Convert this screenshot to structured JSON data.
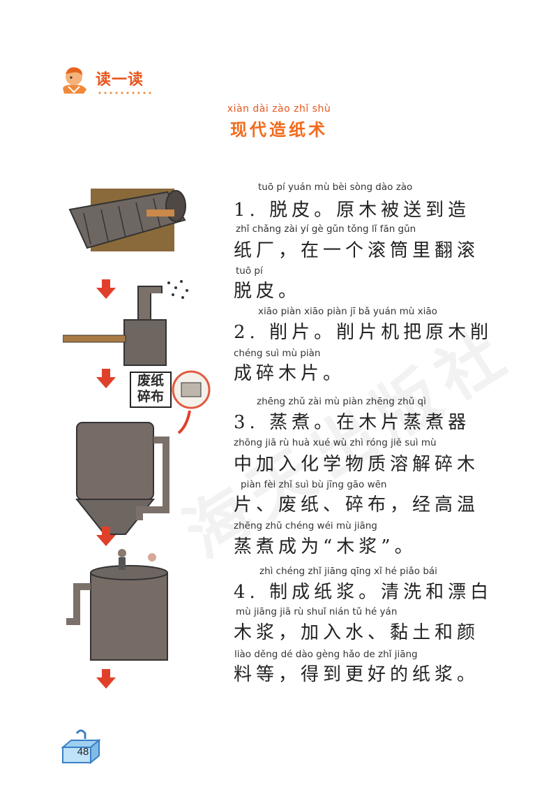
{
  "header": {
    "label": "读一读"
  },
  "title": {
    "pinyin": "xiàn dài zào zhǐ shù",
    "text": "现代造纸术"
  },
  "steps": [
    {
      "lines": [
        {
          "pinyin": "tuō  pí       yuán  mù   bèi  sòng   dào   zào",
          "text": "1. 脱皮。原木被送到造"
        },
        {
          "pinyin": "zhǐ chǎng      zài   yí    gè  gǔn  tǒng   lǐ   fān  gǔn",
          "text": "纸厂，在一个滚筒里翻滚"
        },
        {
          "pinyin": "tuō  pí",
          "text": "脱皮。"
        }
      ]
    },
    {
      "lines": [
        {
          "pinyin": "xiāo piàn        xiāo piàn   jī    bǎ  yuán  mù  xiāo",
          "text": "2. 削片。削片机把原木削"
        },
        {
          "pinyin": "chéng suì  mù  piàn",
          "text": "成碎木片。"
        }
      ]
    },
    {
      "lines": [
        {
          "pinyin": "zhēng zhǔ          zài   mù  piàn zhēng  zhǔ    qì",
          "text": "3. 蒸煮。在木片蒸煮器"
        },
        {
          "pinyin": "zhōng  jiā   rù   huà  xué   wù   zhì róng  jiě   suì   mù",
          "text": "中加入化学物质溶解碎木"
        },
        {
          "pinyin": "piàn         fèi  zhǐ         suì   bù          jīng  gāo  wēn",
          "text": "片、废纸、碎布，经高温"
        },
        {
          "pinyin": "zhēng zhǔ chéng wéi          mù  jiāng",
          "text": "蒸煮成为“木浆”。"
        }
      ]
    },
    {
      "lines": [
        {
          "pinyin": "zhì chéng zhǐ jiāng         qīng  xǐ     hé  piǎo  bái",
          "text": "4. 制成纸浆。清洗和漂白"
        },
        {
          "pinyin": "mù  jiāng           jiā   rù  shuǐ        nián  tǔ    hé   yán",
          "text": "木浆，加入水、黏土和颜"
        },
        {
          "pinyin": "liào děng        dé  dào gèng hǎo  de   zhǐ  jiāng",
          "text": "料等，得到更好的纸浆。"
        }
      ]
    }
  ],
  "illustration": {
    "label_line1": "废纸",
    "label_line2": "碎布"
  },
  "watermark": "海天出版社",
  "page_number": "48",
  "colors": {
    "accent": "#f26a1b",
    "arrow": "#e0402a",
    "machine": "#7c706b"
  }
}
